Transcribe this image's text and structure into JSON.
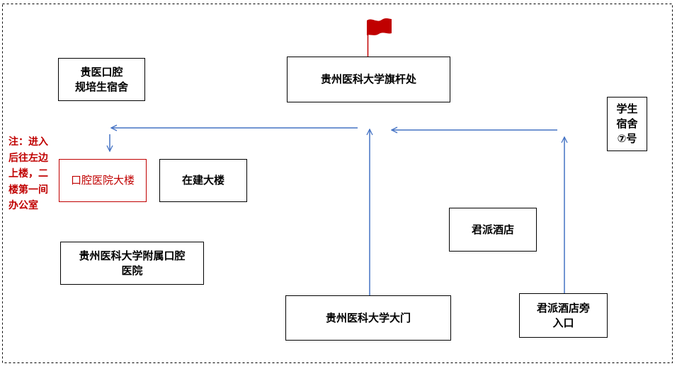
{
  "diagram": {
    "nodes": {
      "dental_dorm": {
        "lines": [
          "贵医口腔",
          "规培生宿舍"
        ]
      },
      "flagpole": {
        "label": "贵州医科大学旗杆处"
      },
      "student_dorm": {
        "lines": [
          "学生",
          "宿舍",
          "⑦号"
        ]
      },
      "dental_hospital_building": {
        "label": "口腔医院大楼"
      },
      "construction_building": {
        "label": "在建大楼"
      },
      "junpai_hotel": {
        "label": "君派酒店"
      },
      "affiliated_hospital": {
        "lines": [
          "贵州医科大学附属口腔",
          "医院"
        ]
      },
      "main_gate": {
        "label": "贵州医科大学大门"
      },
      "hotel_entrance": {
        "lines": [
          "君派酒店旁",
          "入口"
        ]
      }
    },
    "note": {
      "lines": [
        "注：进入",
        "后往左边",
        "上楼，二",
        "楼第一间",
        "办公室"
      ]
    },
    "icons": {
      "flag": "flag-icon"
    },
    "colors": {
      "border": "#000000",
      "highlight": "#C00000",
      "arrow": "#4472C4",
      "flag": "#C00000"
    }
  }
}
